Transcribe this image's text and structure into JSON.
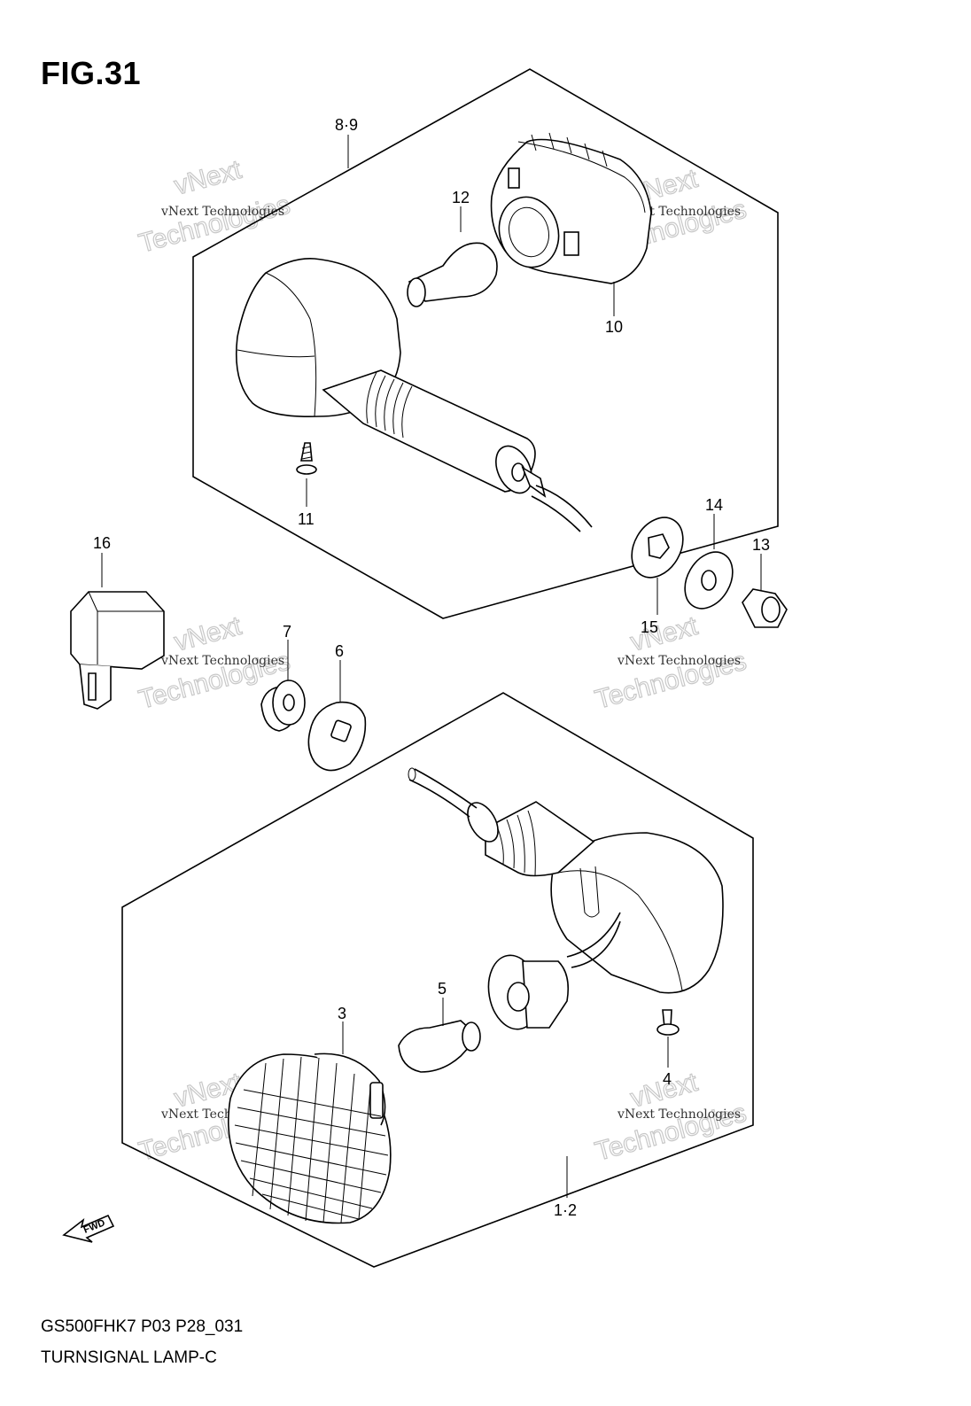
{
  "figure": {
    "title": "FIG.31"
  },
  "footer": {
    "model_code": "GS500FHK7 P03 P28_031",
    "name": "TURNSIGNAL LAMP-C"
  },
  "callouts": {
    "c89": "8·9",
    "c12": "12",
    "c10": "10",
    "c11": "11",
    "c16": "16",
    "c14": "14",
    "c13": "13",
    "c15": "15",
    "c7": "7",
    "c6": "6",
    "c5": "5",
    "c3": "3",
    "c4": "4",
    "c12b": "1·2"
  },
  "watermark": {
    "line1": "vNext Technologies",
    "brand_top": "vNext",
    "brand_bottom": "Technologies"
  },
  "fwd_label": "FWD"
}
